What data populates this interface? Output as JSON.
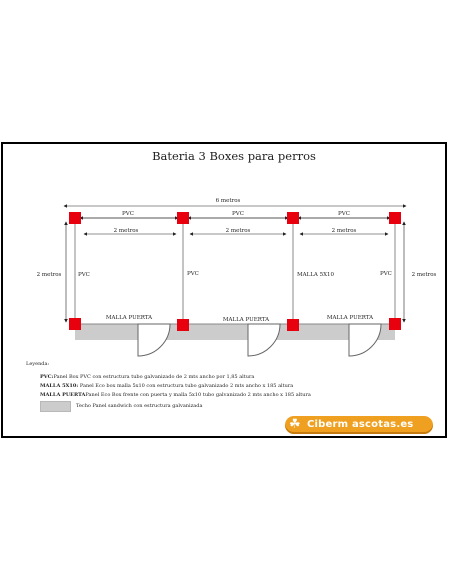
{
  "title": "Bateria 3 Boxes para perros",
  "dimensions": {
    "total_width": "6 metros",
    "box_width": "2 metros",
    "depth_left": "2 metros",
    "depth_right": "2 metros"
  },
  "panels": {
    "top": [
      "PVC",
      "PVC",
      "PVC"
    ],
    "side_left": "PVC",
    "divider_1": "PVC",
    "divider_2": "MALLA 5X10",
    "side_right": "PVC",
    "front": [
      "MALLA PUERTA",
      "MALLA PUERTA",
      "MALLA PUERTA"
    ]
  },
  "legend": {
    "title": "Leyenda:",
    "items": [
      {
        "key": "PVC:",
        "text": "Panel Box PVC con estructura tubo galvanizado de 2 mts ancho por 1,85 altura"
      },
      {
        "key": "MALLA 5X10:",
        "text": " Panel Eco box malla 5x10 con estructura tubo galvanizado 2 mts ancho x 185 altura"
      },
      {
        "key": "MALLA PUERTA",
        "text": "Panel Eco Box frente con puerta y malla 5x10 tubo galvanizado 2 mts ancho x 185 altura"
      }
    ],
    "roof": "Techo Panel sandwich con estructura galvanizada"
  },
  "logo": {
    "text": "Ciberm ascotas.es",
    "icon": "paw-icon"
  },
  "colors": {
    "post": "#e8000e",
    "roof": "#cccccc",
    "logo_bg": "#f0a020"
  }
}
